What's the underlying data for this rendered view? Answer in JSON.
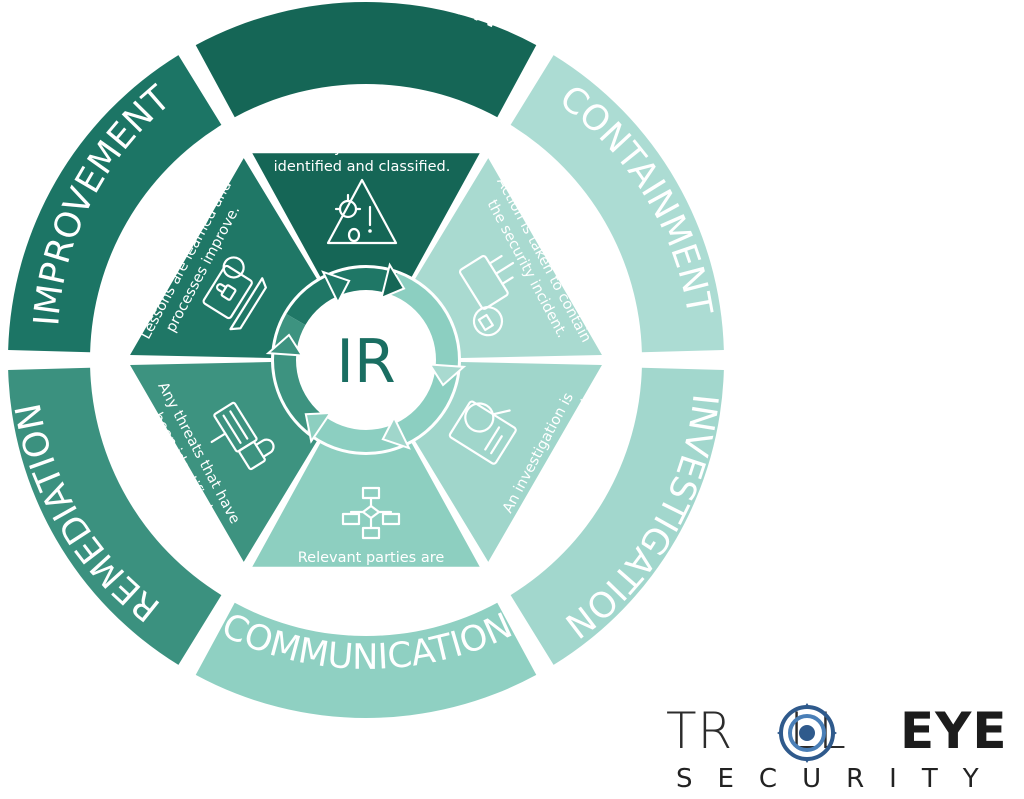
{
  "hub": {
    "text": "IR"
  },
  "phases": [
    {
      "name": "IDENTIFICATION",
      "description": "Security incidents are identified and classified.",
      "icon": "hazard-bug-icon",
      "color": "#156656"
    },
    {
      "name": "CONTAINMENT",
      "description": "Action is taken to contain the security incident.",
      "icon": "circuit-lock-icon",
      "color": "#acdcd3"
    },
    {
      "name": "INVESTIGATION",
      "description": "An investigation is performed to determine the cause and impact.",
      "icon": "magnify-document-icon",
      "color": "#a2d7cd"
    },
    {
      "name": "COMMUNICATION",
      "description": "Relevant parties are notified of the breach.",
      "icon": "flowchart-icon",
      "color": "#8fd0c2"
    },
    {
      "name": "REMEDIATION",
      "description": "Any threats that have been identified are remediated.",
      "icon": "server-lock-icon",
      "color": "#3b917f"
    },
    {
      "name": "IMPROVEMENT",
      "description": "Lessons are learned and processes improve.",
      "icon": "laptop-lock-icon",
      "color": "#1c7565"
    }
  ],
  "colors": {
    "inner_identification": "#156656",
    "inner_containment": "#a9dad0",
    "inner_investigation": "#a0d6cb",
    "inner_communication": "#8dcfc0",
    "inner_remediation": "#3d9380",
    "inner_improvement": "#1f7766",
    "hub_text": "#1a6e62"
  },
  "logo": {
    "brand_left": "TR",
    "brand_mid": "LL",
    "brand_right": "EYE",
    "tagline": "SECURITY"
  }
}
